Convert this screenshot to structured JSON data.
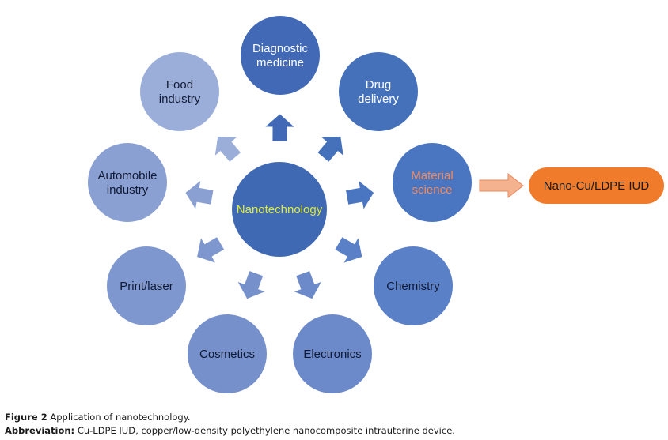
{
  "diagram": {
    "center": {
      "label": "Nanotechnology",
      "fill": "#4069B4",
      "text_color": "#DDEB3A"
    },
    "nodes": [
      {
        "id": "diagnostic-medicine",
        "lines": [
          "Diagnostic",
          "medicine"
        ],
        "fill": "#4169B6",
        "text_color": "#FFFFFF"
      },
      {
        "id": "drug-delivery",
        "lines": [
          "Drug",
          "delivery"
        ],
        "fill": "#4570BA",
        "text_color": "#FFFFFF"
      },
      {
        "id": "material-science",
        "lines": [
          "Material",
          "science"
        ],
        "fill": "#4A75C1",
        "text_color": "#F08A5D"
      },
      {
        "id": "chemistry",
        "lines": [
          "Chemistry"
        ],
        "fill": "#5A80C8",
        "text_color": "#101A33"
      },
      {
        "id": "electronics",
        "lines": [
          "Electronics"
        ],
        "fill": "#6C89C9",
        "text_color": "#101A33"
      },
      {
        "id": "cosmetics",
        "lines": [
          "Cosmetics"
        ],
        "fill": "#7590CB",
        "text_color": "#101A33"
      },
      {
        "id": "print-laser",
        "lines": [
          "Print/laser"
        ],
        "fill": "#7E97CE",
        "text_color": "#101A33"
      },
      {
        "id": "automobile-industry",
        "lines": [
          "Automobile",
          "industry"
        ],
        "fill": "#8A9FD2",
        "text_color": "#101A33"
      },
      {
        "id": "food-industry",
        "lines": [
          "Food",
          "industry"
        ],
        "fill": "#9BAEDA",
        "text_color": "#101A33"
      }
    ],
    "outcome": {
      "label": "Nano-Cu/LDPE IUD",
      "fill": "#F07B2A",
      "text_color": "#1a1a1a",
      "arrow_fill": "#F4B28F",
      "arrow_stroke": "#E8875A"
    }
  },
  "caption": {
    "figure_label": "Figure 2",
    "figure_text": "Application of nanotechnology.",
    "abbrev_label": "Abbreviation:",
    "abbrev_text": "Cu-LDPE IUD, copper/low-density polyethylene nanocomposite intrauterine device."
  }
}
